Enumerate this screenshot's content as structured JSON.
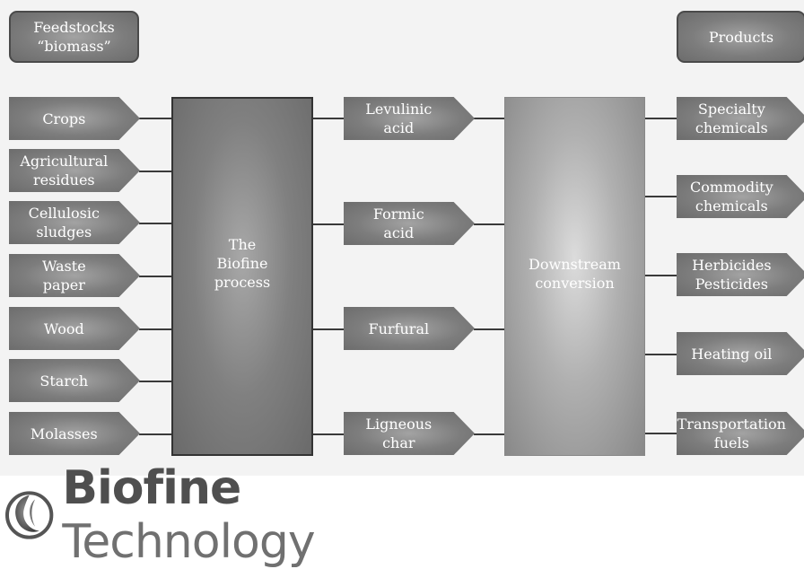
{
  "headers": {
    "feedstocks": "Feedstocks\n“biomass”",
    "products": "Products"
  },
  "feedstocks": [
    "Crops",
    "Agricultural\nresidues",
    "Cellulosic\nsludges",
    "Waste\npaper",
    "Wood",
    "Starch",
    "Molasses"
  ],
  "process": "The\nBiofine\nprocess",
  "intermediates": [
    "Levulinic\nacid",
    "Formic\nacid",
    "Furfural",
    "Ligneous\nchar"
  ],
  "conversion": "Downstream\nconversion",
  "products": [
    "Specialty\nchemicals",
    "Commodity\nchemicals",
    "Herbicides\nPesticides",
    "Heating oil",
    "Transportation\nfuels"
  ],
  "logo": {
    "word1": "Biofine",
    "word2": "Technology"
  }
}
